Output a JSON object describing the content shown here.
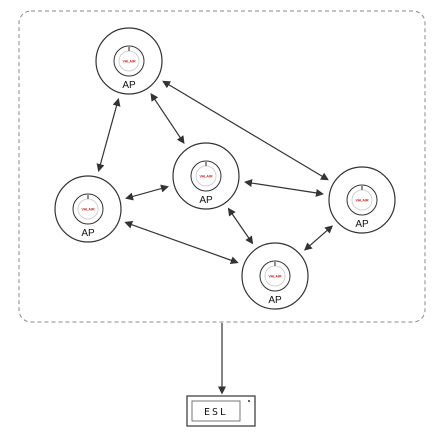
{
  "diagram": {
    "access_points": [
      {
        "id": "ap-top-left",
        "label": "AP",
        "brand": "VALAIR"
      },
      {
        "id": "ap-middle-left",
        "label": "AP",
        "brand": "VALAIR"
      },
      {
        "id": "ap-center",
        "label": "AP",
        "brand": "VALAIR"
      },
      {
        "id": "ap-right",
        "label": "AP",
        "brand": "VALAIR"
      },
      {
        "id": "ap-bottom",
        "label": "AP",
        "brand": "VALAIR"
      }
    ],
    "links": [
      {
        "from": "ap-top-left",
        "to": "ap-middle-left"
      },
      {
        "from": "ap-top-left",
        "to": "ap-center"
      },
      {
        "from": "ap-top-left",
        "to": "ap-right"
      },
      {
        "from": "ap-middle-left",
        "to": "ap-center"
      },
      {
        "from": "ap-middle-left",
        "to": "ap-bottom"
      },
      {
        "from": "ap-center",
        "to": "ap-right"
      },
      {
        "from": "ap-center",
        "to": "ap-bottom"
      },
      {
        "from": "ap-right",
        "to": "ap-bottom"
      }
    ],
    "esl": {
      "label": "ESL"
    },
    "colors": {
      "line": "#333333",
      "boundary": "#8a8a8a",
      "brand_text": "#d22222"
    }
  }
}
